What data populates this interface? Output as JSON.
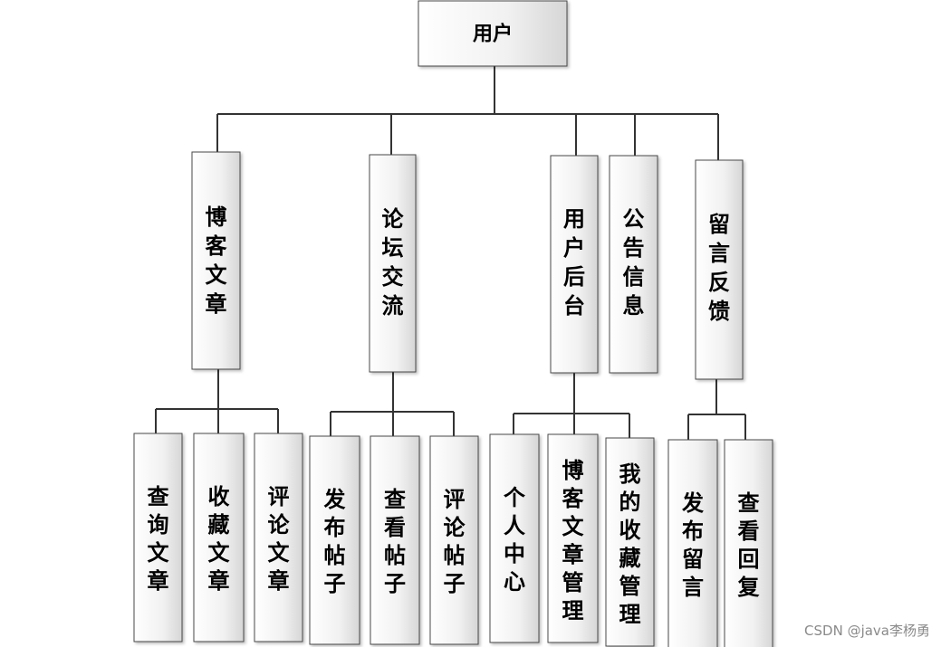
{
  "root": {
    "label": "用户"
  },
  "level1": [
    {
      "id": "blog",
      "label": "博客文章"
    },
    {
      "id": "forum",
      "label": "论坛交流"
    },
    {
      "id": "backend",
      "label": "用户后台"
    },
    {
      "id": "notice",
      "label": "公告信息"
    },
    {
      "id": "feedback",
      "label": "留言反馈"
    }
  ],
  "level2": {
    "blog": [
      "查询文章",
      "收藏文章",
      "评论文章"
    ],
    "forum": [
      "发布帖子",
      "查看帖子",
      "评论帖子"
    ],
    "backend": [
      "个人中心",
      "博客文章管理",
      "我的收藏管理"
    ],
    "feedback": [
      "发布留言",
      "查看回复"
    ]
  },
  "watermark": "CSDN @java李杨勇"
}
